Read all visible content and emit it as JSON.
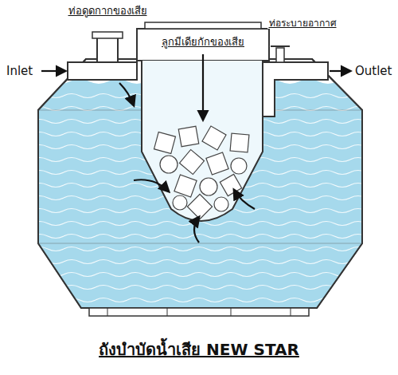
{
  "diagram": {
    "title": "ถังบำบัดน้ำเสีย NEW STAR",
    "labels": [
      "ท่อดูดกากของเสีย",
      "ท่อระบายอากาศ",
      "Inlet",
      "Outlet",
      "ลูกมีเดียกักของเสีย"
    ]
  }
}
